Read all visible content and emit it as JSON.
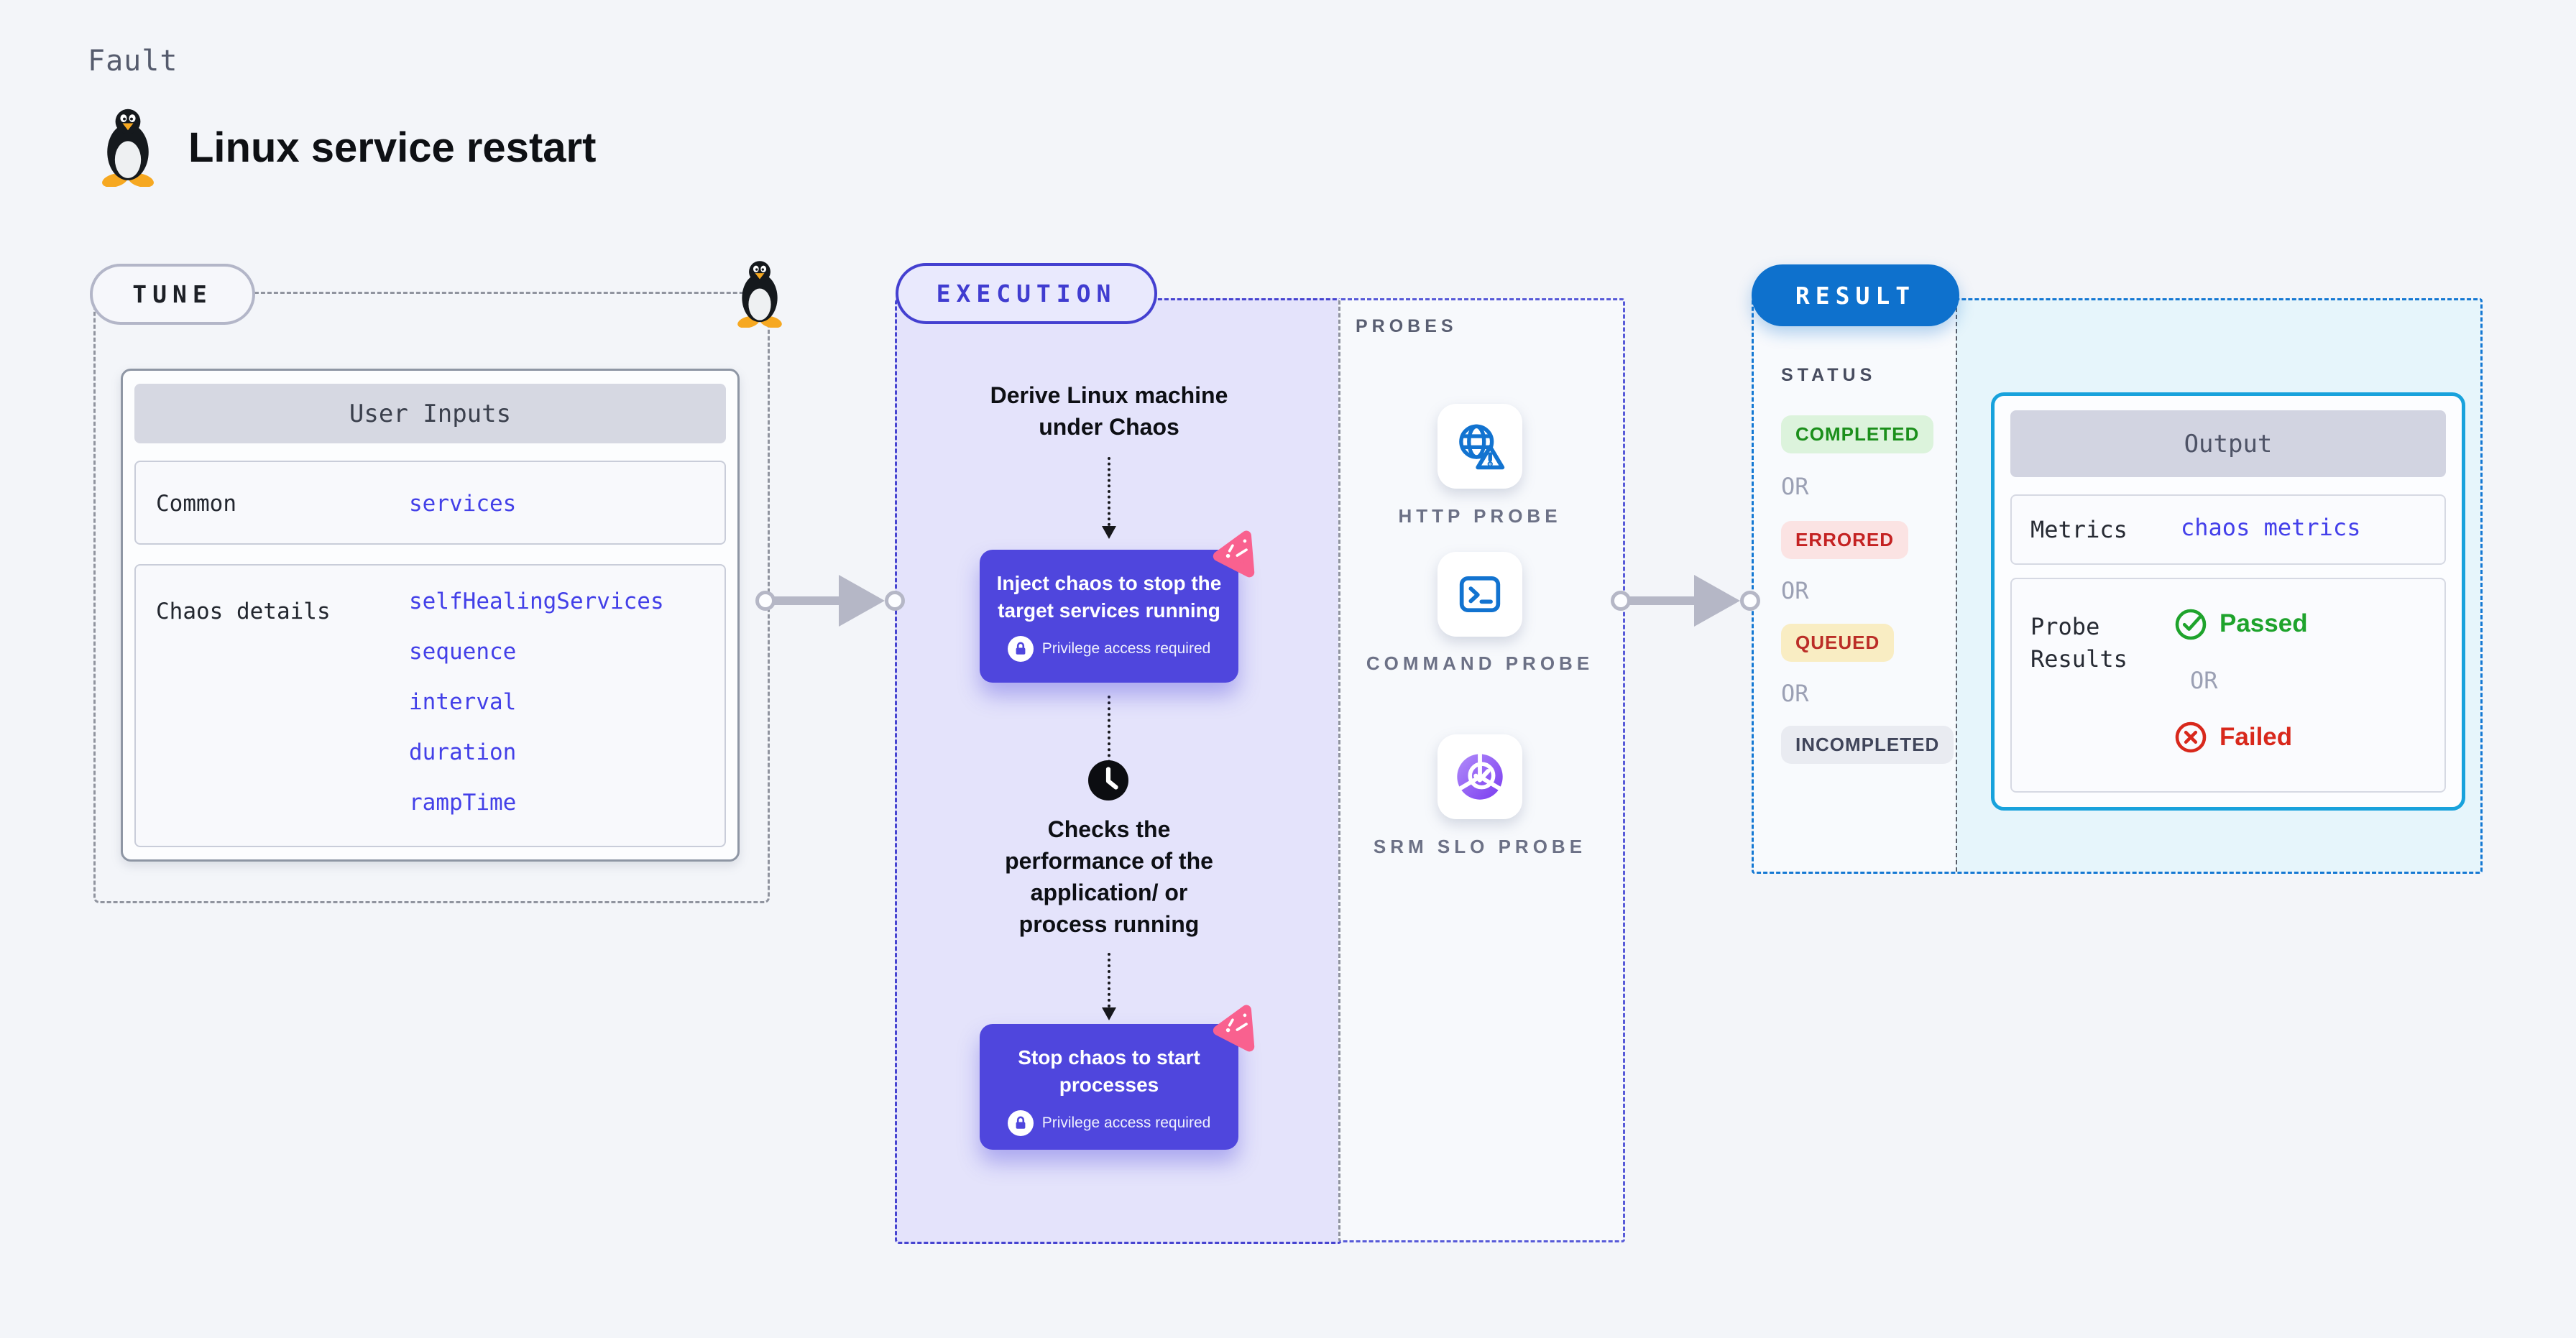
{
  "page": {
    "kicker": "Fault",
    "title": "Linux service restart",
    "icon": "tux-penguin-icon"
  },
  "colors": {
    "accent_indigo": "#4f46dd",
    "accent_blue": "#0e71cd",
    "accent_cyan": "#18a2dc",
    "chaos_pink": "#f9618f",
    "passed_green": "#1ea32c",
    "failed_red": "#d8281c",
    "value_blue": "#4340e8",
    "execution_fill": "#e4e3fb",
    "result_fill": "#e6f5fb"
  },
  "tune": {
    "label": "TUNE",
    "corner_icon": "tux-penguin-icon",
    "user_inputs": {
      "title": "User Inputs",
      "rows": [
        {
          "label": "Common",
          "values": [
            "services"
          ]
        },
        {
          "label": "Chaos details",
          "values": [
            "selfHealingServices",
            "sequence",
            "interval",
            "duration",
            "rampTime"
          ]
        }
      ]
    }
  },
  "execution": {
    "label": "EXECUTION",
    "step1": "Derive Linux machine under Chaos",
    "inject_button": {
      "title": "Inject chaos to stop the target services running",
      "badge": "Privilege access required",
      "icon": "lock-icon",
      "corner_icon": "chaos-pink-logo-icon"
    },
    "step2": "Checks the performance of the application/ or process running",
    "step2_icon": "clock-icon",
    "stop_button": {
      "title": "Stop chaos to start processes",
      "badge": "Privilege access required",
      "icon": "lock-icon",
      "corner_icon": "chaos-pink-logo-icon"
    }
  },
  "probes": {
    "label": "PROBES",
    "items": [
      {
        "name": "HTTP PROBE",
        "icon": "globe-alert-icon"
      },
      {
        "name": "COMMAND PROBE",
        "icon": "terminal-icon"
      },
      {
        "name": "SRM SLO PROBE",
        "icon": "slo-pie-check-icon"
      }
    ]
  },
  "result": {
    "label": "RESULT",
    "status": {
      "label": "STATUS",
      "or": "OR",
      "badges": [
        "COMPLETED",
        "ERRORED",
        "QUEUED",
        "INCOMPLETED"
      ]
    },
    "output": {
      "title": "Output",
      "metrics_label": "Metrics",
      "metrics_value": "chaos metrics",
      "probe_results_label": "Probe Results",
      "passed": "Passed",
      "or": "OR",
      "failed": "Failed",
      "passed_icon": "check-circle-icon",
      "failed_icon": "x-circle-icon"
    }
  }
}
